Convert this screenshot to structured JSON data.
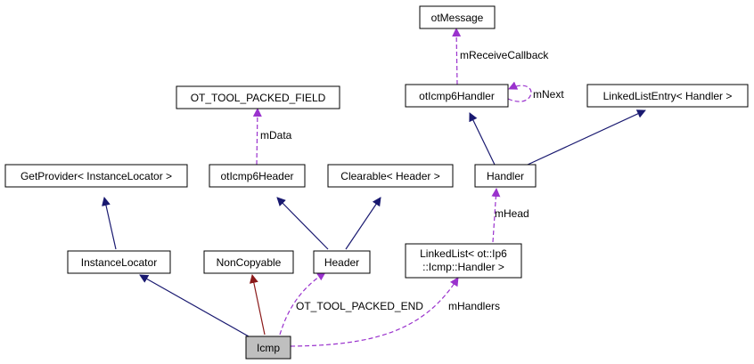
{
  "colors": {
    "inheritance": "#191970",
    "private_inheritance": "#8b1a1a",
    "usage": "#9a32cd",
    "node_fill": "#ffffff",
    "current_node_fill": "#bfbfbf"
  },
  "nodes": {
    "otMessage": "otMessage",
    "OT_TOOL_PACKED_FIELD": "OT_TOOL_PACKED_FIELD",
    "otIcmp6Handler": "otIcmp6Handler",
    "LinkedListEntry": "LinkedListEntry< Handler >",
    "GetProvider": "GetProvider< InstanceLocator >",
    "otIcmp6Header": "otIcmp6Header",
    "Clearable": "Clearable< Header >",
    "Handler": "Handler",
    "InstanceLocator": "InstanceLocator",
    "NonCopyable": "NonCopyable",
    "Header": "Header",
    "LinkedList_line1": "LinkedList< ot::Ip6",
    "LinkedList_line2": "::Icmp::Handler >",
    "Icmp": "Icmp"
  },
  "edge_labels": {
    "mReceiveCallback": "mReceiveCallback",
    "mNext": "mNext",
    "mData": "mData",
    "mHead": "mHead",
    "OT_TOOL_PACKED_END": "OT_TOOL_PACKED_END",
    "mHandlers": "mHandlers"
  }
}
